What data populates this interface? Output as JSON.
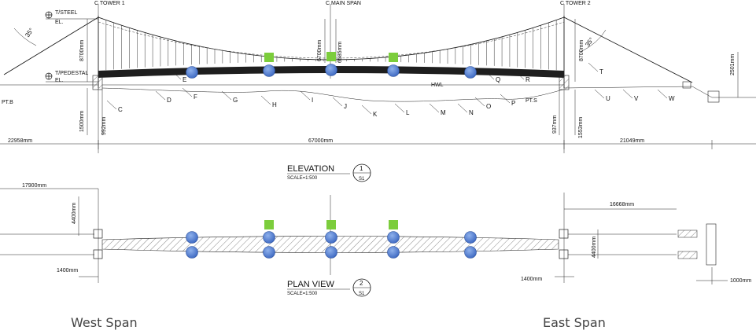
{
  "elevation": {
    "towers": {
      "left": "C TOWER 1",
      "center": "C MAIN SPAN",
      "right": "C TOWER 2"
    },
    "steel_label": "T/STEEL",
    "steel_el": "EL.",
    "pedestal_label": "T/PEDESTAL",
    "pedestal_el": "EL.",
    "pt_b": "PT.B",
    "pt_s": "PT.S",
    "hwl": "HWL",
    "angle_left": "35°",
    "angle_right": "35°",
    "dims": {
      "tower1_height": "8700mm",
      "tower2_height": "8700mm",
      "sag_left": "6700mm",
      "sag_right": "6585mm",
      "left_below": "1500mm",
      "left_pier": "992mm",
      "right_pier": "937mm",
      "right_below": "1553mm",
      "right_anchor": "2501mm",
      "west_span": "22958mm",
      "main_span": "67000mm",
      "east_span": "21049mm"
    },
    "point_letters": [
      "C",
      "D",
      "E",
      "F",
      "G",
      "H",
      "I",
      "J",
      "K",
      "L",
      "M",
      "N",
      "O",
      "P",
      "Q",
      "R",
      "T",
      "U",
      "V",
      "W"
    ],
    "title": "ELEVATION",
    "scale": "SCALE=1:500",
    "bubble_num": "1",
    "bubble_sheet": "S1"
  },
  "plan": {
    "dims": {
      "west_anchor": "17900mm",
      "width_left": "4400mm",
      "east_anchor": "16668mm",
      "width_right": "4400mm",
      "left_tower_offset": "1400mm",
      "right_tower_offset": "1400mm",
      "anchor_block": "1000mm"
    },
    "title": "PLAN VIEW",
    "scale": "SCALE=1:500",
    "bubble_num": "2",
    "bubble_sheet": "S1"
  },
  "labels": {
    "west": "West Span",
    "east": "East Span"
  },
  "colors": {
    "sensor_circle": "#4f7fd6",
    "sensor_square": "#7ccd3c"
  }
}
